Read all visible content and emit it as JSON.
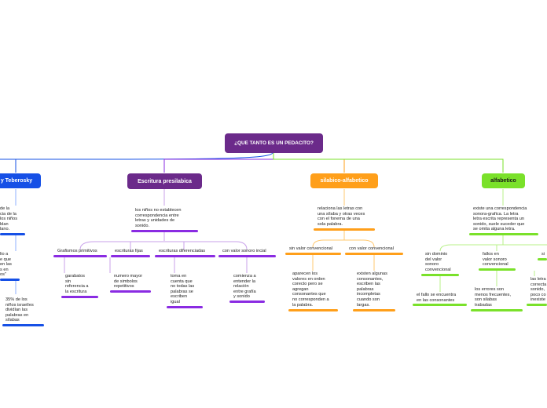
{
  "root": {
    "label": "¿QUE TANTO ES UN PEDACITO?",
    "color": "#6b2a8a"
  },
  "branches": {
    "ferreiro": {
      "label": "y Teberosky",
      "color": "#1650e6",
      "texts": [
        "de la\ncia de la\nlos niños\nblan\nlano.",
        "lio a\ne que\nen las\ns en\nos\"",
        "35% de los\nniños israelíes\ndividían las\npalabras en\nsílabas"
      ]
    },
    "presilabica": {
      "label": "Escritura presilabica",
      "color": "#6b2a8a",
      "desc": "los niños no establecen\ncorrespondencia entre\nletras y unidades de\nsonido.",
      "children": [
        {
          "label": "Grafismos primitivos",
          "desc": "garabatos\nsin\nreferencia a\nla escritura"
        },
        {
          "label": "escrituras fijas",
          "desc": "numero mayor\nde simbolos\nrepetitivos"
        },
        {
          "label": "escrituras diferenciadas",
          "desc": "toma en\ncuenta que\nno todas las\npalabras se\nescriben\nigual"
        },
        {
          "label": "con valor sonoro incial",
          "desc": "comienza a\nentender la\nrelación\nentre grafía\ny sonido"
        }
      ]
    },
    "silabico": {
      "label": "silabico-alfabetico",
      "color": "#ff9f1a",
      "desc": "relaciona las letras con\nuna sílaba y otras veces\ncon el fonema de una\nsola palabra.",
      "children": [
        {
          "label": "sin valor convencional",
          "desc": "aparecen los\nvalores en orden\ncorecto pero se\nagregan\nconsonantes que\nno corresponden a\nla palabra."
        },
        {
          "label": "con valor convencional",
          "desc": "existen algunas\nconsonantes,\nescriben las\npalabras\nincompletas\ncuando son\nlargas."
        }
      ]
    },
    "alfabetico": {
      "label": "alfabetico",
      "color": "#7ae12a",
      "desc": "existe una correspondencia\nsonora-grafica. La letra\nletra escrita representa un\nsonido, suele suceder que\nse omita alguna letra.",
      "children": [
        {
          "label": "sin dominio\ndel valor\nsonoro\nconvencional",
          "desc": "el fallo se encuentra\nen las consonantes"
        },
        {
          "label": "fallos en\nvalor sonoro\nconvencional",
          "desc": "los errores son\nmenos frecuentes,\nson silabas\ntrabadas"
        },
        {
          "label": "si",
          "desc": "las letra\ncorrecta\nsonido,\npoco co\ninexiste"
        }
      ]
    }
  }
}
